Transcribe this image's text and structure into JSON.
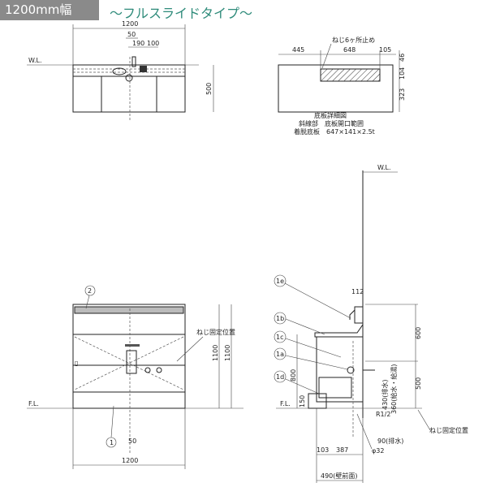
{
  "header": {
    "width_label": "1200mm幅",
    "title": "～フルスライドタイプ～"
  },
  "plan_view": {
    "wl": "W.L.",
    "dim_width": "1200",
    "dim_50": "50",
    "dim_190": "190",
    "dim_100": "100",
    "dim_depth": "500"
  },
  "bottom_plate": {
    "screw_note": "ねじ6ヶ所止め",
    "dim_445": "445",
    "dim_648": "648",
    "dim_105": "105",
    "dim_46": "46",
    "dim_104": "104",
    "dim_323": "323",
    "caption_title": "底板詳細図",
    "caption_hatch": "斜線部　底板開口範囲",
    "caption_plate": "着脱底板　647×141×2.5t"
  },
  "front_view": {
    "fl": "F.L.",
    "dim_height_1": "1100",
    "dim_height_2": "1100",
    "dim_width": "1200",
    "dim_50": "50",
    "screw_note": "ねじ固定位置",
    "callout_1": "1",
    "callout_2": "2"
  },
  "side_view": {
    "wl": "W.L.",
    "fl": "F.L.",
    "dim_112": "112",
    "dim_600": "600",
    "dim_500": "500",
    "dim_800": "800",
    "dim_150": "150",
    "dim_430": "430(排水)",
    "dim_360": "360(給水・給湯)",
    "r12": "R1/2",
    "dim_90": "90(排水)",
    "phi32": "φ32",
    "dim_103": "103",
    "dim_387": "387",
    "dim_490": "490(壁前面)",
    "screw_note": "ねじ固定位置",
    "callouts": [
      "1e",
      "1b",
      "1c",
      "1a",
      "1d"
    ]
  }
}
